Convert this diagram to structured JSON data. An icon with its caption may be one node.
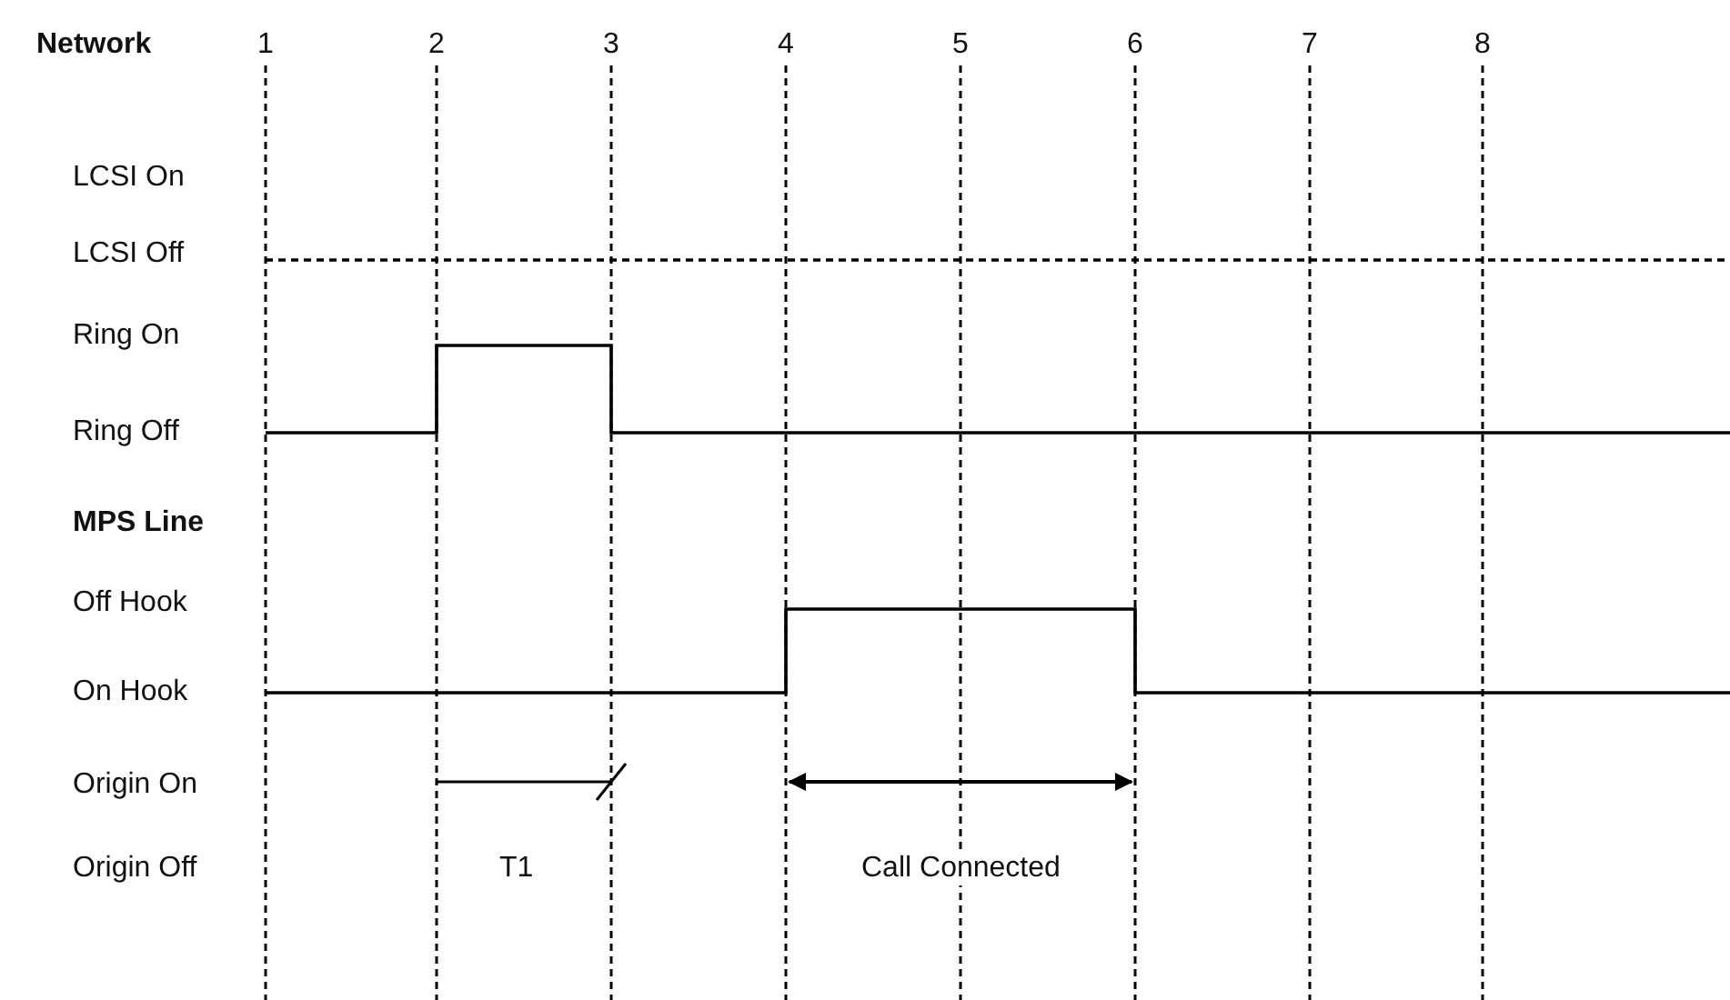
{
  "diagram": {
    "labels": [
      "Network",
      "1",
      "2",
      "3",
      "4",
      "5",
      "6",
      "7",
      "8",
      "LCSI On",
      "LCSI Off",
      "Ring On",
      "Ring Off",
      "MPS Line",
      "Off Hook",
      "On Hook",
      "Origin On",
      "Origin Off",
      "T1",
      "Call Connected"
    ]
  }
}
